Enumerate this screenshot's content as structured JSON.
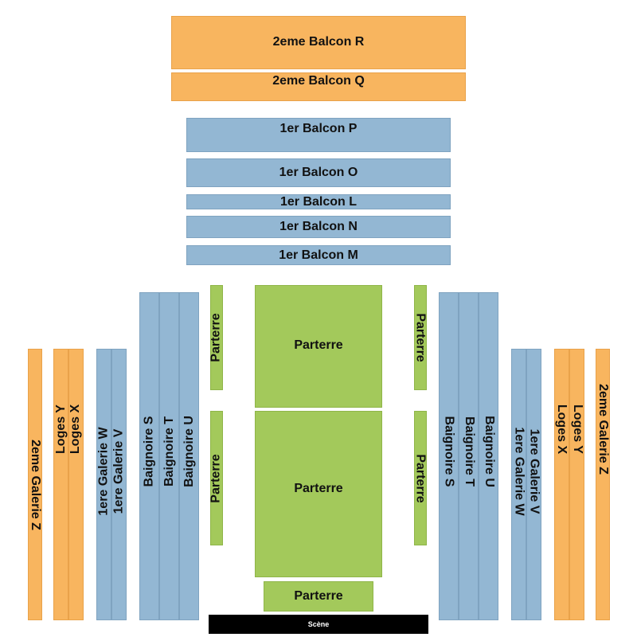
{
  "colors": {
    "balcon2": "#f8b55f",
    "balcon1": "#93b7d3",
    "parterre": "#a3c95b",
    "scene": "#000000"
  },
  "balcony": {
    "r": "2eme Balcon R",
    "q": "2eme Balcon Q",
    "p": "1er Balcon P",
    "o": "1er Balcon O",
    "l": "1er Balcon L",
    "n": "1er Balcon N",
    "m": "1er Balcon M"
  },
  "left": {
    "galerie2_z": "2eme Galerie Z",
    "loges_y": "Loges Y",
    "loges_x": "Loges X",
    "galerie1_w": "1ere Galerie W",
    "galerie1_v": "1ere Galerie V",
    "baignoire_s": "Baignoire S",
    "baignoire_t": "Baignoire T",
    "baignoire_u": "Baignoire U",
    "parterre_top": "Parterre",
    "parterre_bottom": "Parterre"
  },
  "right": {
    "galerie2_z": "2eme Galerie Z",
    "loges_y": "Loges Y",
    "loges_x": "Loges X",
    "galerie1_w": "1ere Galerie W",
    "galerie1_v": "1ere Galerie V",
    "baignoire_s": "Baignoire S",
    "baignoire_t": "Baignoire T",
    "baignoire_u": "Baignoire U",
    "parterre_top": "Parterre",
    "parterre_bottom": "Parterre"
  },
  "center": {
    "parterre_top": "Parterre",
    "parterre_middle": "Parterre",
    "parterre_front": "Parterre"
  },
  "scene": "Scène"
}
